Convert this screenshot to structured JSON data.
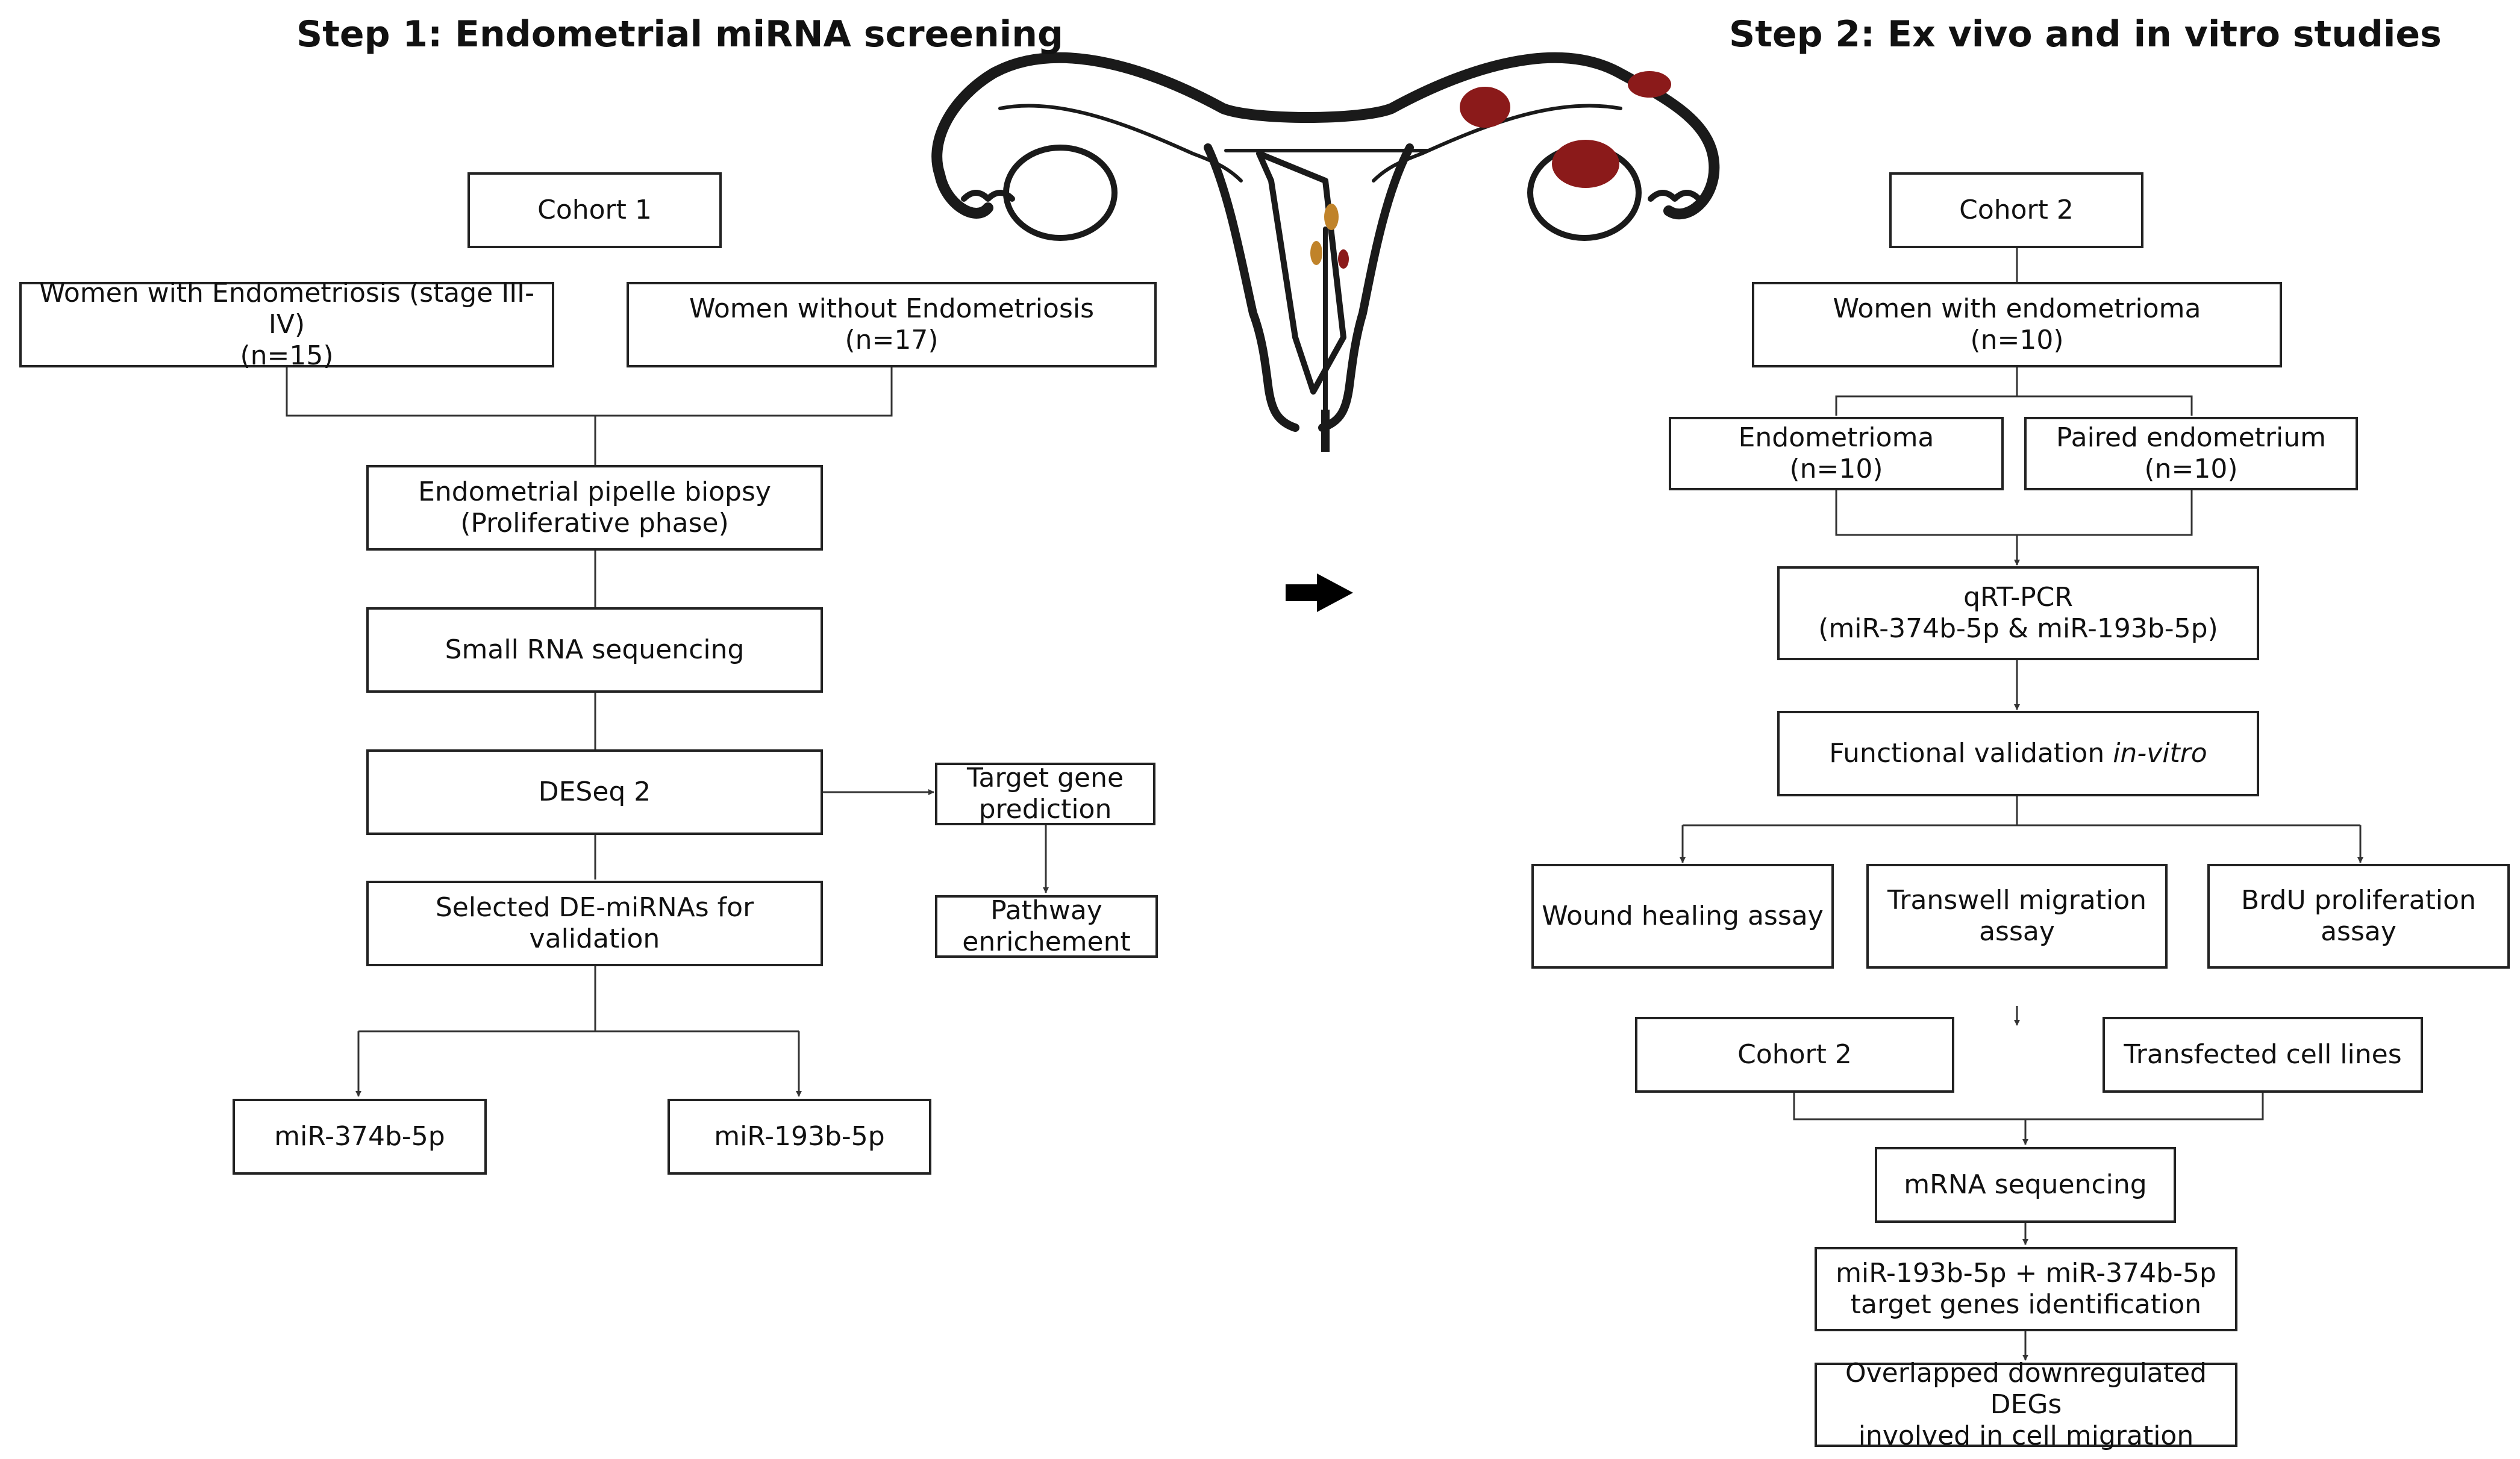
{
  "step1": {
    "title": "Step 1: Endometrial miRNA screening",
    "cohort": "Cohort 1",
    "group_endo": {
      "line1": "Women with Endometriosis (stage III-IV)",
      "line2": "(n=15)"
    },
    "group_no_endo": {
      "line1": "Women without Endometriosis",
      "line2": "(n=17)"
    },
    "biopsy": {
      "line1": "Endometrial pipelle biopsy",
      "line2": "(Proliferative phase)"
    },
    "sequencing": "Small RNA sequencing",
    "deseq": "DESeq 2",
    "target_prediction": {
      "line1": "Target gene",
      "line2": "prediction"
    },
    "pathway": {
      "line1": "Pathway",
      "line2": "enrichement"
    },
    "selected": "Selected DE-miRNAs for validation",
    "mir_a": "miR-374b-5p",
    "mir_b": "miR-193b-5p"
  },
  "step2": {
    "title": "Step 2: Ex vivo and in vitro studies",
    "cohort": "Cohort 2",
    "women": {
      "line1": "Women with endometrioma",
      "line2": "(n=10)"
    },
    "endometrioma": {
      "line1": "Endometrioma",
      "line2": "(n=10)"
    },
    "paired": {
      "line1": "Paired endometrium",
      "line2": "(n=10)"
    },
    "qrtpcr": {
      "line1": "qRT-PCR",
      "line2": "(miR-374b-5p & miR-193b-5p)"
    },
    "functional": {
      "text": "Functional validation ",
      "italic": "in-vitro"
    },
    "wound": "Wound healing assay",
    "transwell": {
      "line1": "Transwell migration",
      "line2": "assay"
    },
    "brdu": {
      "line1": "BrdU proliferation",
      "line2": "assay"
    },
    "cohort_b": "Cohort 2",
    "transfected": "Transfected cell lines",
    "mrna": "mRNA sequencing",
    "targets": {
      "line1": "miR-193b-5p + miR-374b-5p",
      "line2": "target genes identification"
    },
    "overlap": {
      "line1": "Overlapped downregulated DEGs",
      "line2": "involved in cell migration"
    }
  },
  "colors": {
    "line": "#333333",
    "box_border": "#222222",
    "uterus_outline": "#1a1a1a",
    "lesion": "#8b1a1a",
    "arrow": "#000000"
  },
  "icons": [
    "uterus-illustration-icon",
    "right-arrow-icon"
  ]
}
